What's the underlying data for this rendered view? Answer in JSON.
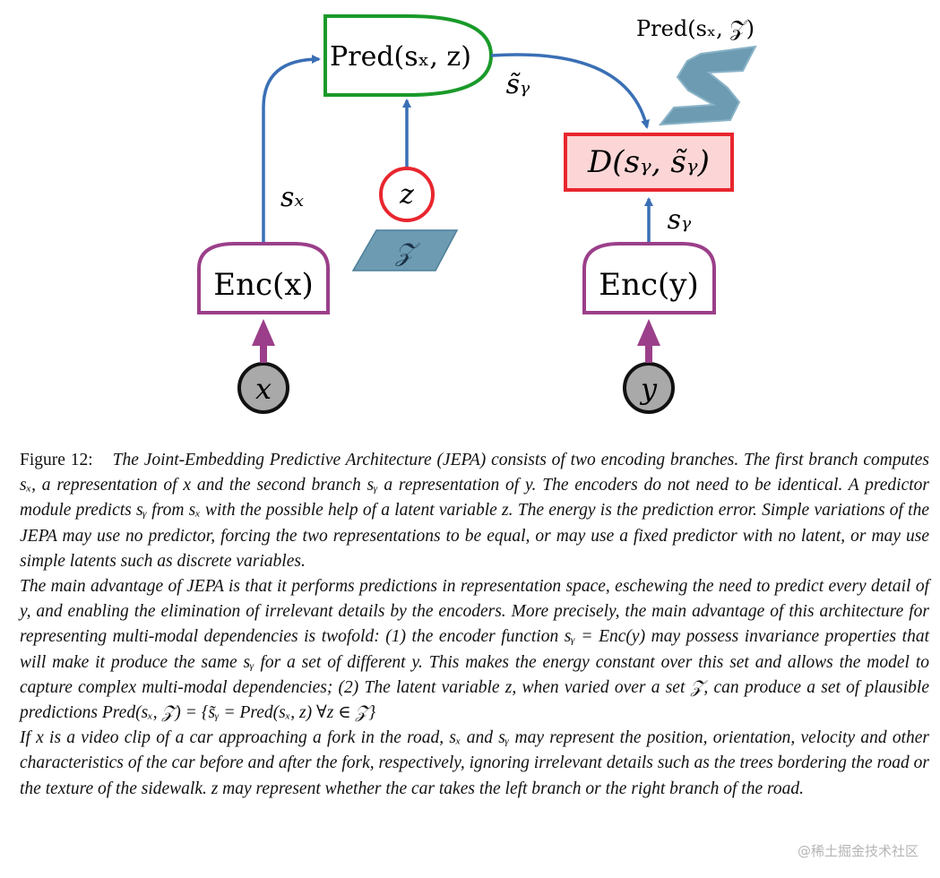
{
  "diagram": {
    "nodes": {
      "pred": "Pred(sₓ, z)",
      "pred_output": "s̃ᵧ",
      "pred_set": "Pred(sₓ, 𝒵)",
      "z": "z",
      "z_set": "𝒵",
      "energy": "D(sᵧ, s̃ᵧ)",
      "enc_x": "Enc(x)",
      "enc_y": "Enc(y)",
      "input_x": "x",
      "input_y": "y"
    },
    "edges": {
      "sx_label": "sₓ",
      "sy_label": "sᵧ"
    },
    "colors": {
      "predictor": "#1a9a2a",
      "energy_border": "#e8262e",
      "energy_fill": "#fcd6d6",
      "encoder": "#9b3f8a",
      "arrow_blue": "#3a6fb5",
      "latent_fill": "#6c9bb2",
      "input_fill": "#a9a9a9"
    }
  },
  "caption": {
    "label": "Figure 12:",
    "paragraphs": [
      "The Joint-Embedding Predictive Architecture (JEPA) consists of two encoding branches. The first branch computes sₓ, a representation of x and the second branch sᵧ a representation of y. The encoders do not need to be identical. A predictor module predicts sᵧ from sₓ with the possible help of a latent variable z. The energy is the prediction error. Simple variations of the JEPA may use no predictor, forcing the two representations to be equal, or may use a fixed predictor with no latent, or may use simple latents such as discrete variables.",
      "The main advantage of JEPA is that it performs predictions in representation space, eschewing the need to predict every detail of y, and enabling the elimination of irrelevant details by the encoders. More precisely, the main advantage of this architecture for representing multi-modal dependencies is twofold: (1) the encoder function sᵧ = Enc(y) may possess invariance properties that will make it produce the same sᵧ for a set of different y. This makes the energy constant over this set and allows the model to capture complex multi-modal dependencies; (2) The latent variable z, when varied over a set 𝒵, can produce a set of plausible predictions Pred(sₓ, 𝒵) = {s̃ᵧ = Pred(sₓ, z) ∀z ∈ 𝒵}",
      "If x is a video clip of a car approaching a fork in the road, sₓ and sᵧ may represent the position, orientation, velocity and other characteristics of the car before and after the fork, respectively, ignoring irrelevant details such as the trees bordering the road or the texture of the sidewalk. z may represent whether the car takes the left branch or the right branch of the road."
    ]
  },
  "watermark": "@稀土掘金技术社区"
}
